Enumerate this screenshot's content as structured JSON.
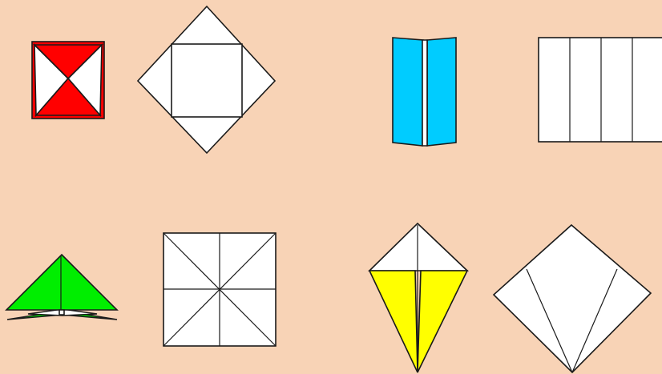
{
  "colors": {
    "background": "#f8d3b6",
    "red": "#ff0000",
    "white": "#ffffff",
    "blue": "#00ccff",
    "green": "#00ee00",
    "yellow": "#ffff00",
    "stroke": "#1a1a1a"
  },
  "figures": [
    {
      "id": "red-folded-square",
      "color": "red"
    },
    {
      "id": "unfolded-square-with-folded-corners",
      "color": "white"
    },
    {
      "id": "blue-folded-strip",
      "color": "blue"
    },
    {
      "id": "unfolded-rectangle-four-panels",
      "color": "white"
    },
    {
      "id": "green-folded-triangle",
      "color": "green"
    },
    {
      "id": "unfolded-square-eight-creases",
      "color": "white"
    },
    {
      "id": "yellow-kite-fold",
      "color": "yellow"
    },
    {
      "id": "unfolded-kite-diamond",
      "color": "white"
    }
  ]
}
